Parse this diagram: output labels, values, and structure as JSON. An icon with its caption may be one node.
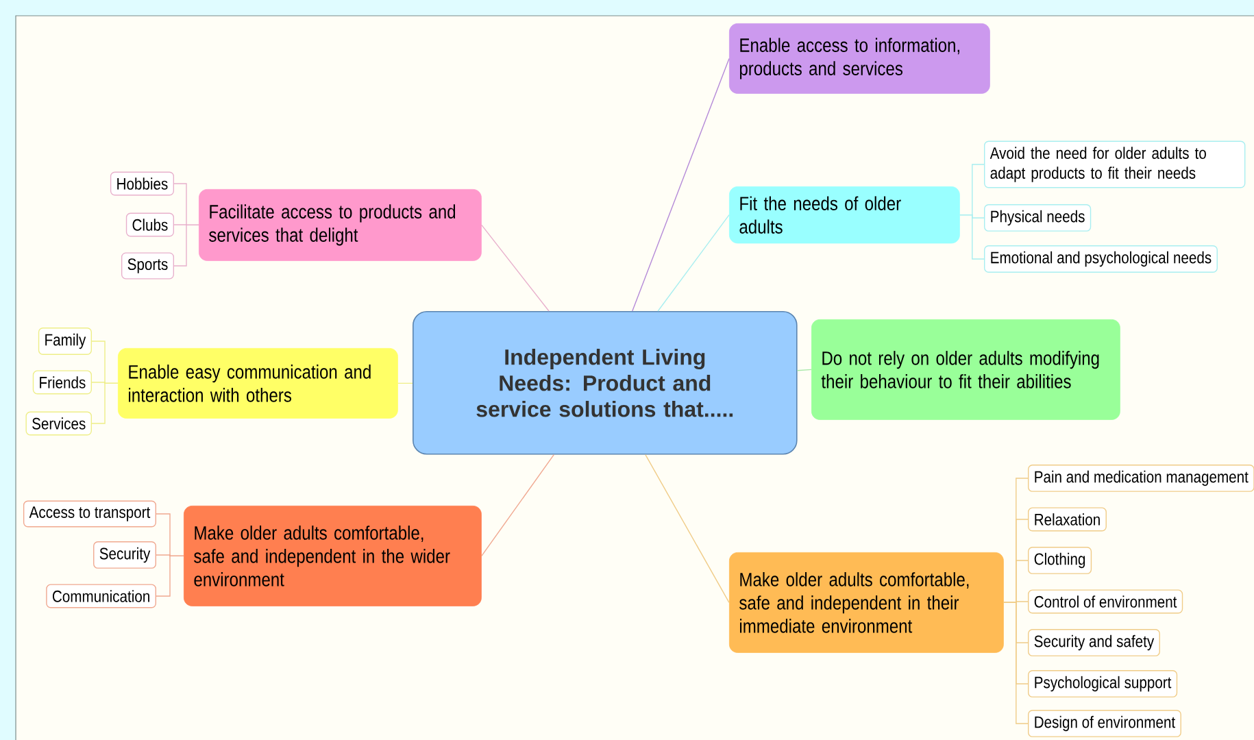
{
  "diagram": {
    "nodes": [
      {
        "text": [
          "Independent Living Needs: Product and service solutions that....."
        ]
      },
      {
        "text": [
          "Enable access to information, products and services"
        ]
      },
      {
        "text": [
          "Fit the needs of older adults"
        ]
      },
      {
        "text": [
          "Avoid the need for older adults to adapt products to fit their needs"
        ]
      },
      {
        "text": [
          "Physical needs"
        ]
      },
      {
        "text": [
          "Emotional and psychological needs"
        ]
      },
      {
        "text": [
          "Do not rely on older adults modifying their behaviour to fit their abilities"
        ]
      },
      {
        "text": [
          "Make older adults comfortable, safe and independent in their immediate environment"
        ]
      },
      {
        "text": [
          "Pain and medication management"
        ]
      },
      {
        "text": [
          "Relaxation"
        ]
      },
      {
        "text": [
          "Clothing"
        ]
      },
      {
        "text": [
          "Control of environment"
        ]
      },
      {
        "text": [
          "Security and safety"
        ]
      },
      {
        "text": [
          "Psychological support"
        ]
      },
      {
        "text": [
          "Design of environment"
        ]
      },
      {
        "text": [
          "Facilitate access to products and services that delight"
        ]
      },
      {
        "text": [
          "Hobbies"
        ]
      },
      {
        "text": [
          "Clubs"
        ]
      },
      {
        "text": [
          "Sports"
        ]
      },
      {
        "text": [
          "Enable easy communication and interaction with others"
        ]
      },
      {
        "text": [
          "Family"
        ]
      },
      {
        "text": [
          "Friends"
        ]
      },
      {
        "text": [
          "Services"
        ]
      },
      {
        "text": [
          "Make older adults comfortable, safe and independent in the wider environment"
        ]
      },
      {
        "text": [
          "Access to transport"
        ]
      },
      {
        "text": [
          "Security"
        ]
      },
      {
        "text": [
          "Communication"
        ]
      }
    ],
    "edges": [
      {
        "from": 0,
        "to": 1,
        "arrow": "none",
        "color": "#b58ad8"
      },
      {
        "from": 0,
        "to": 2,
        "arrow": "none",
        "color": "#a8eef0"
      },
      {
        "from": 2,
        "to": 3,
        "arrow": "none",
        "color": "#a8eef0"
      },
      {
        "from": 2,
        "to": 4,
        "arrow": "none",
        "color": "#a8eef0"
      },
      {
        "from": 2,
        "to": 5,
        "arrow": "none",
        "color": "#a8eef0"
      },
      {
        "from": 0,
        "to": 6,
        "arrow": "none",
        "color": "#a8e8a8"
      },
      {
        "from": 0,
        "to": 7,
        "arrow": "none",
        "color": "#f0cc88"
      },
      {
        "from": 7,
        "to": 8,
        "arrow": "none",
        "color": "#f0cc88"
      },
      {
        "from": 7,
        "to": 9,
        "arrow": "none",
        "color": "#f0cc88"
      },
      {
        "from": 7,
        "to": 10,
        "arrow": "none",
        "color": "#f0cc88"
      },
      {
        "from": 7,
        "to": 11,
        "arrow": "none",
        "color": "#f0cc88"
      },
      {
        "from": 7,
        "to": 12,
        "arrow": "none",
        "color": "#f0cc88"
      },
      {
        "from": 7,
        "to": 13,
        "arrow": "none",
        "color": "#f0cc88"
      },
      {
        "from": 7,
        "to": 14,
        "arrow": "none",
        "color": "#f0cc88"
      },
      {
        "from": 0,
        "to": 15,
        "arrow": "none",
        "color": "#e8b0cc"
      },
      {
        "from": 15,
        "to": 16,
        "arrow": "none",
        "color": "#e8b0cc"
      },
      {
        "from": 15,
        "to": 17,
        "arrow": "none",
        "color": "#e8b0cc"
      },
      {
        "from": 15,
        "to": 18,
        "arrow": "none",
        "color": "#e8b0cc"
      },
      {
        "from": 0,
        "to": 19,
        "arrow": "none",
        "color": "#eeee88"
      },
      {
        "from": 19,
        "to": 20,
        "arrow": "none",
        "color": "#eeee88"
      },
      {
        "from": 19,
        "to": 21,
        "arrow": "none",
        "color": "#eeee88"
      },
      {
        "from": 19,
        "to": 22,
        "arrow": "none",
        "color": "#eeee88"
      },
      {
        "from": 0,
        "to": 23,
        "arrow": "none",
        "color": "#f0a890"
      },
      {
        "from": 23,
        "to": 24,
        "arrow": "none",
        "color": "#f0a890"
      },
      {
        "from": 23,
        "to": 25,
        "arrow": "none",
        "color": "#f0a890"
      },
      {
        "from": 23,
        "to": 26,
        "arrow": "none",
        "color": "#f0a890"
      }
    ]
  }
}
